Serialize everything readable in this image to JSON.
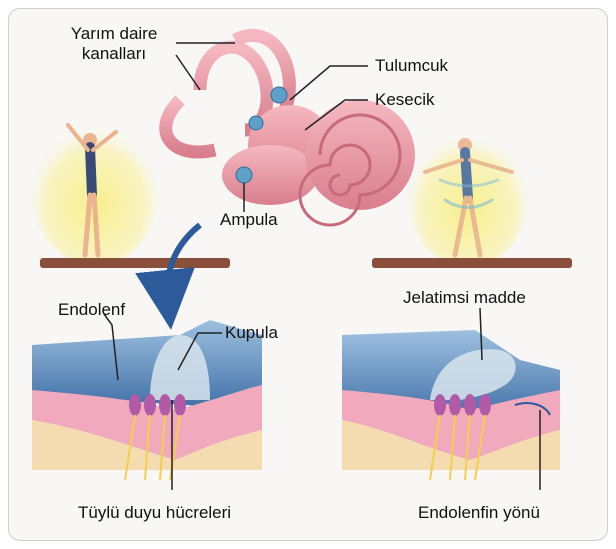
{
  "labels": {
    "semicircular_canals_line1": "Yarım daire",
    "semicircular_canals_line2": "kanalları",
    "utricle": "Tulumcuk",
    "saccule": "Kesecik",
    "ampulla": "Ampula",
    "endolymph": "Endolenf",
    "cupula": "Kupula",
    "gelatinous_substance": "Jelatimsi madde",
    "hair_cells": "Tüylü duyu hücreleri",
    "endolymph_direction": "Endolenfin yönü"
  },
  "colors": {
    "ear_pink": "#e89aa6",
    "fluid_blue": "#5e8fc0",
    "tissue_pink": "#f1a9bd",
    "tissue_tan": "#f4dcb0",
    "hair_cell_purple": "#b25aa8",
    "nerve_yellow": "#f2d04a",
    "floor_brown": "#8a4f3a",
    "glow_yellow": "#f6ec9a",
    "arrow_blue": "#2c5a9a"
  }
}
